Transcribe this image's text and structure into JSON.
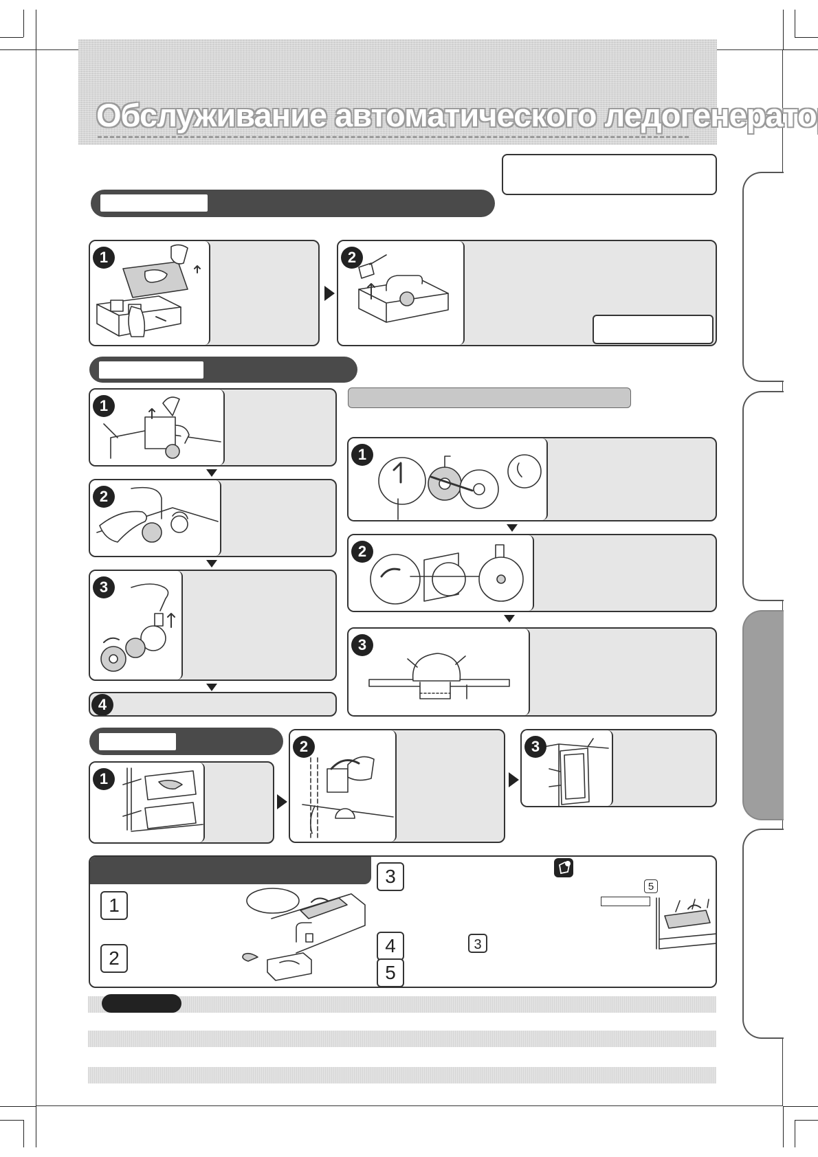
{
  "page": {
    "title": "Обслуживание автоматического ледогенератора"
  },
  "steps": {
    "bottom_square": [
      "1",
      "2",
      "3",
      "4",
      "5"
    ],
    "ref_3": "3",
    "ref_5": "5"
  }
}
